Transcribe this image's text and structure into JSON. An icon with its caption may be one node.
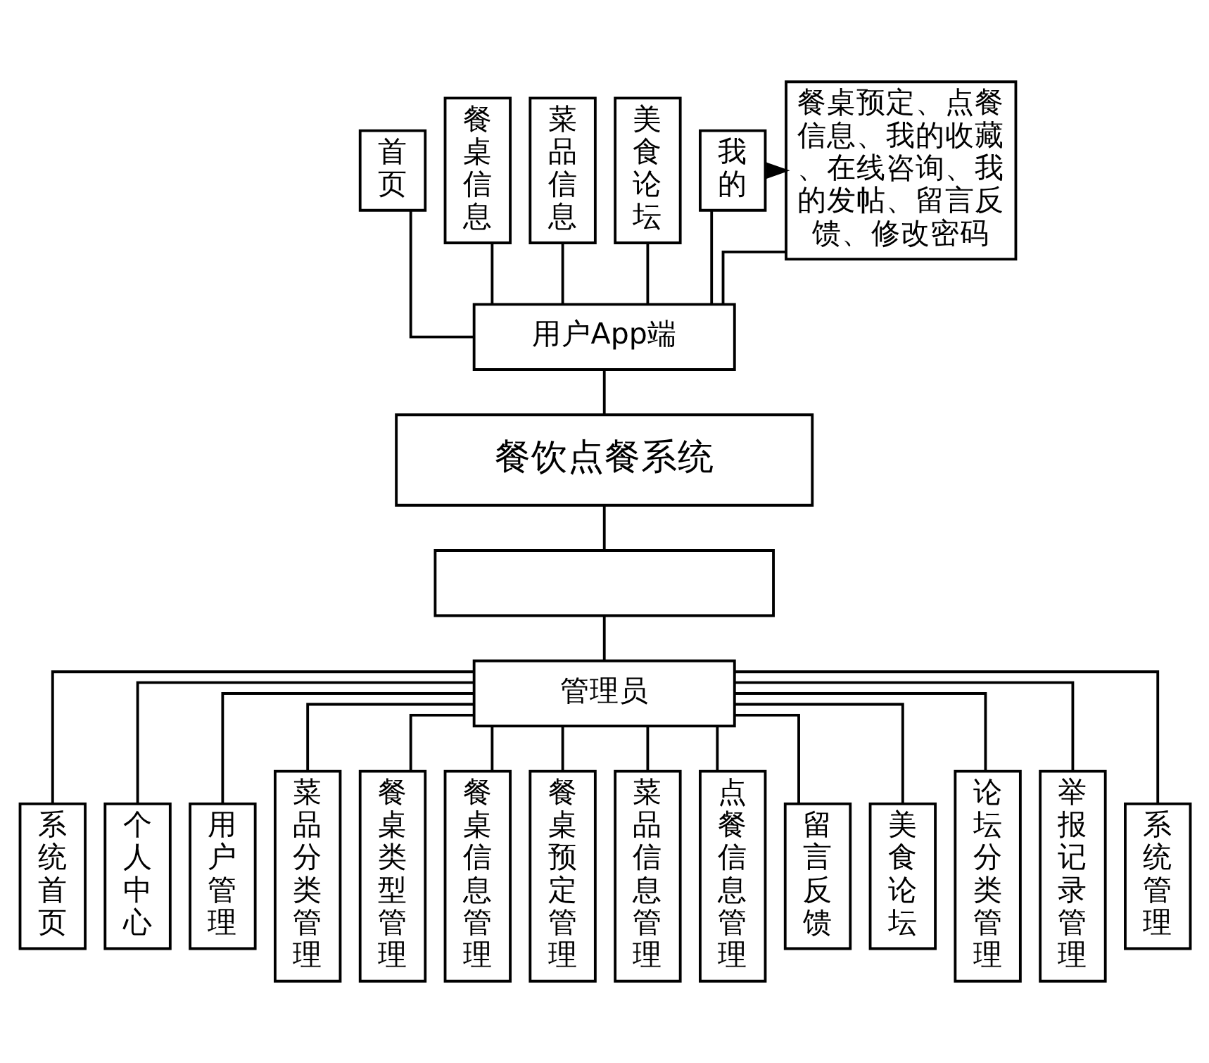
{
  "diagram": {
    "nodes": [
      {
        "text": [
          "首页"
        ]
      },
      {
        "text": [
          "餐桌信息"
        ]
      },
      {
        "text": [
          "菜品信息"
        ]
      },
      {
        "text": [
          "美食论坛"
        ]
      },
      {
        "text": [
          "我的"
        ]
      },
      {
        "text": [
          "餐桌预定、点餐信息、我的收藏、在线咨询、我的发帖、留言反馈、修改密码"
        ]
      },
      {
        "text": [
          "用户App端"
        ]
      },
      {
        "text": [
          "餐饮点餐系统"
        ]
      },
      {
        "text": [],
        "shape": "box"
      },
      {
        "text": [
          "管理员"
        ]
      },
      {
        "text": [
          "系统首页"
        ]
      },
      {
        "text": [
          "个人中心"
        ]
      },
      {
        "text": [
          "用户管理"
        ]
      },
      {
        "text": [
          "菜品分类管理"
        ]
      },
      {
        "text": [
          "餐桌类型管理"
        ]
      },
      {
        "text": [
          "餐桌信息管理"
        ]
      },
      {
        "text": [
          "餐桌预定管理"
        ]
      },
      {
        "text": [
          "菜品信息管理"
        ]
      },
      {
        "text": [
          "点餐信息管理"
        ]
      },
      {
        "text": [
          "留言反馈"
        ]
      },
      {
        "text": [
          "美食论坛"
        ]
      },
      {
        "text": [
          "论坛分类管理"
        ]
      },
      {
        "text": [
          "举报记录管理"
        ]
      },
      {
        "text": [
          "系统管理"
        ]
      }
    ],
    "edges": [
      {
        "from": 0,
        "to": 6,
        "arrow": "none"
      },
      {
        "from": 1,
        "to": 6,
        "arrow": "none"
      },
      {
        "from": 2,
        "to": 6,
        "arrow": "none"
      },
      {
        "from": 3,
        "to": 6,
        "arrow": "none"
      },
      {
        "from": 4,
        "to": 6,
        "arrow": "none"
      },
      {
        "from": 5,
        "to": 6,
        "arrow": "none"
      },
      {
        "from": 4,
        "to": 5,
        "arrow": "to"
      },
      {
        "from": 6,
        "to": 7,
        "arrow": "none"
      },
      {
        "from": 7,
        "to": 8,
        "arrow": "none"
      },
      {
        "from": 8,
        "to": 9,
        "arrow": "none"
      },
      {
        "from": 9,
        "to": 10,
        "arrow": "none"
      },
      {
        "from": 9,
        "to": 11,
        "arrow": "none"
      },
      {
        "from": 9,
        "to": 12,
        "arrow": "none"
      },
      {
        "from": 9,
        "to": 13,
        "arrow": "none"
      },
      {
        "from": 9,
        "to": 14,
        "arrow": "none"
      },
      {
        "from": 9,
        "to": 15,
        "arrow": "none"
      },
      {
        "from": 9,
        "to": 16,
        "arrow": "none"
      },
      {
        "from": 9,
        "to": 17,
        "arrow": "none"
      },
      {
        "from": 9,
        "to": 18,
        "arrow": "none"
      },
      {
        "from": 9,
        "to": 19,
        "arrow": "none"
      },
      {
        "from": 9,
        "to": 20,
        "arrow": "none"
      },
      {
        "from": 9,
        "to": 21,
        "arrow": "none"
      },
      {
        "from": 9,
        "to": 22,
        "arrow": "none"
      },
      {
        "from": 9,
        "to": 23,
        "arrow": "none"
      }
    ]
  }
}
